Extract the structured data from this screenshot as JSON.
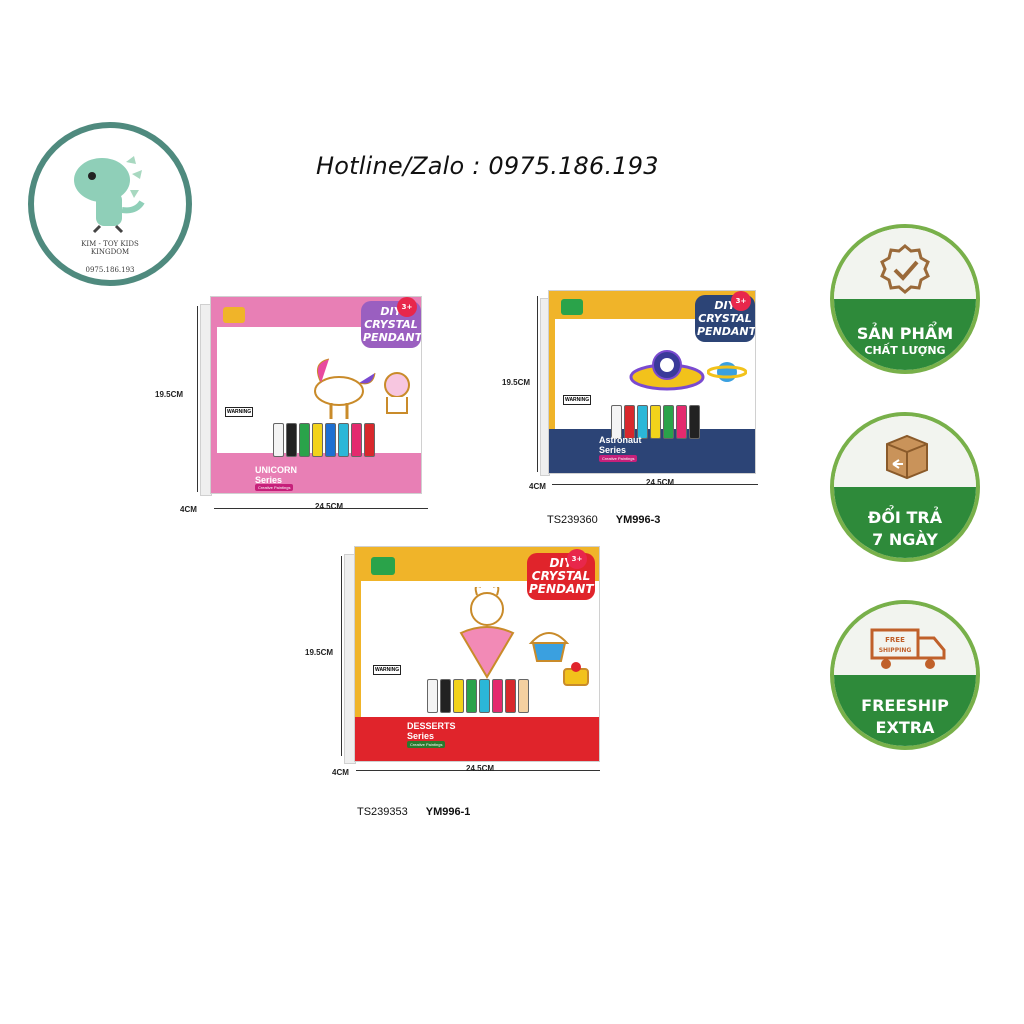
{
  "logo": {
    "name": "KIM - TOY KIDS\nKINGDOM",
    "phone": "0975.186.193",
    "icon": "dinosaur-icon"
  },
  "hotline": "Hotline/Zalo : 0975.186.193",
  "badges": [
    {
      "line1": "SẢN PHẨM",
      "line2": "CHẤT LƯỢNG",
      "icon": "quality-check-icon"
    },
    {
      "line1": "ĐỔI TRẢ",
      "line2": "7 NGÀY",
      "icon": "return-box-icon"
    },
    {
      "line1": "FREESHIP",
      "line2": "EXTRA",
      "icon": "truck-icon",
      "truck_text": "FREE SHIPPING"
    }
  ],
  "products": [
    {
      "diy_title": "DIY CRYSTAL PENDANT",
      "age": "3+",
      "series": "UNICORN\nSeries",
      "subtitle": "Creative Paintings",
      "warning": "WARNING",
      "height": "19.5CM",
      "depth": "4CM",
      "width": "24.5CM",
      "code": "",
      "model": "",
      "theme_color": "#e87fb5",
      "title_color": "#9a5fc0"
    },
    {
      "diy_title": "DIY CRYSTAL PENDANT",
      "age": "3+",
      "series": "Astronaut\nSeries",
      "subtitle": "Creative Paintings",
      "warning": "WARNING",
      "height": "19.5CM",
      "depth": "4CM",
      "width": "24.5CM",
      "code": "TS239360",
      "model": "YM996-3",
      "theme_color": "#2c4476",
      "title_color": "#2c4476"
    },
    {
      "diy_title": "DIY CRYSTAL PENDANT",
      "age": "3+",
      "series": "DESSERTS\nSeries",
      "subtitle": "Creative Paintings",
      "warning": "WARNING",
      "height": "19.5CM",
      "depth": "4CM",
      "width": "24.5CM",
      "code": "TS239353",
      "model": "YM996-1",
      "theme_color": "#e0242b",
      "title_color": "#e0242b"
    }
  ],
  "colors": {
    "logo_ring": "#4f8a7e",
    "badge_green": "#2e8a3a",
    "badge_ring": "#78b04a",
    "brand_yellow": "#f0b429"
  }
}
